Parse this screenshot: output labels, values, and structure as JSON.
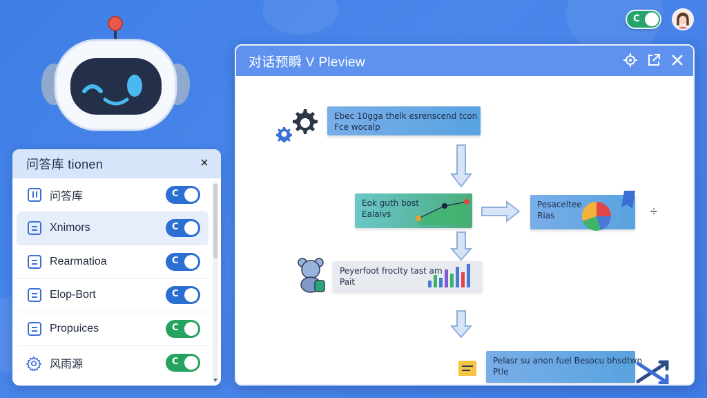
{
  "top_bar": {
    "toggle_label": "C"
  },
  "left_panel": {
    "title": "问答库 tionen",
    "close_label": "×",
    "items": [
      {
        "label": "问答库",
        "toggle_label": "C",
        "toggle_color": "#2c6fd2",
        "icon": "bar-chart-icon"
      },
      {
        "label": "Xnimors",
        "toggle_label": "C",
        "toggle_color": "#2c6fd2",
        "icon": "list-icon"
      },
      {
        "label": "Rearmatioa",
        "toggle_label": "C",
        "toggle_color": "#2c6fd2",
        "icon": "list-icon"
      },
      {
        "label": "Elop-Bort",
        "toggle_label": "C",
        "toggle_color": "#2c6fd2",
        "icon": "list-icon"
      },
      {
        "label": "Propuices",
        "toggle_label": "C",
        "toggle_color": "#25a35f",
        "icon": "list-icon"
      },
      {
        "label": "风雨源",
        "toggle_label": "C",
        "toggle_color": "#25a35f",
        "icon": "gear-icon"
      }
    ]
  },
  "preview": {
    "title": "对话预瞬 V Pleview",
    "nodes": {
      "n1": {
        "line1": "Ebec 10gga thelk esrenscend tcon",
        "line2": "Fce wocalp"
      },
      "n2": {
        "line1": "Eok guth bost",
        "line2": "Ealaivs"
      },
      "n3": {
        "line1": "Pesaceltee",
        "line2": "Rias"
      },
      "n4": {
        "line1": "Peyerfoot froclty tast am",
        "line2": "Pait"
      },
      "n5": {
        "line1": "Pelasr su anon fuel Besocu bhsdtwn",
        "line2": "Ptle"
      }
    },
    "side_mark": "÷"
  },
  "colors": {
    "background": "#4384e8",
    "accent": "#5f92ee",
    "toggle_blue": "#2c6fd2",
    "toggle_green": "#25a35f"
  }
}
